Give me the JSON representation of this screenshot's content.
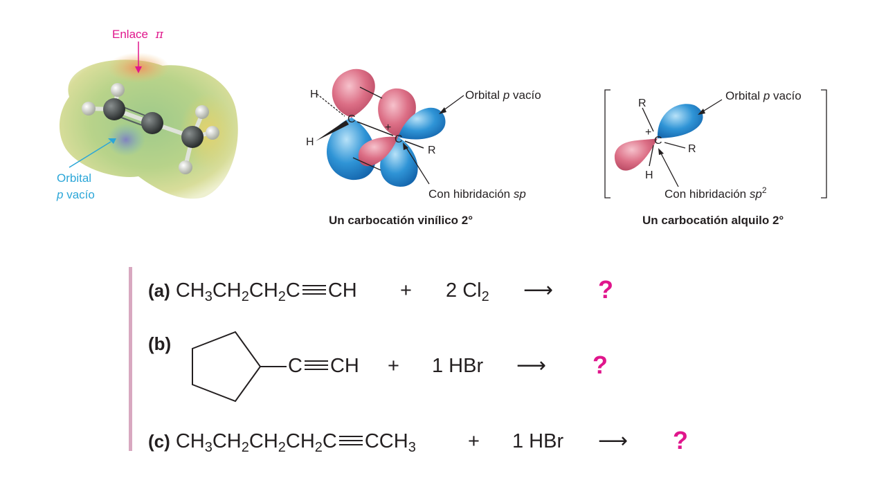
{
  "figure1": {
    "pi_label": "Enlace",
    "pi_symbol": "π",
    "orbital_label_line1": "Orbital",
    "orbital_label_p": "p",
    "orbital_label_vacio": "vacío"
  },
  "figure2": {
    "atoms": {
      "h": "H",
      "c": "C",
      "r": "R",
      "plus": "+"
    },
    "orbital_label": "Orbital",
    "orbital_p": "p",
    "orbital_vacio": "vacío",
    "hybrid_label": "Con hibridación",
    "hybrid_sp": "sp",
    "caption": "Un carbocatión vinílico 2°"
  },
  "figure3": {
    "atoms": {
      "h": "H",
      "c": "C",
      "r": "R",
      "plus": "+"
    },
    "orbital_label": "Orbital",
    "orbital_p": "p",
    "orbital_vacio": "vacío",
    "hybrid_label": "Con hibridación",
    "hybrid_sp": "sp",
    "hybrid_sup": "2",
    "caption": "Un carbocatión alquilo 2°"
  },
  "reactions": [
    {
      "tag": "(a)",
      "reagent_coef": "2",
      "reagent": "Cl",
      "reagent_sub": "2",
      "plus": "+",
      "arrow": "⟶",
      "product": "?"
    },
    {
      "tag": "(b)",
      "substituent_c": "C",
      "substituent_ch": "CH",
      "reagent": "1 HBr",
      "plus": "+",
      "arrow": "⟶",
      "product": "?"
    },
    {
      "tag": "(c)",
      "reagent": "1 HBr",
      "plus": "+",
      "arrow": "⟶",
      "product": "?"
    }
  ],
  "formula_parts": {
    "ch3": "CH",
    "ch2": "CH",
    "c": "C",
    "ch": "CH",
    "cch3": "CCH",
    "sub3": "3",
    "sub2": "2"
  },
  "colors": {
    "magenta": "#e0168c",
    "cyan": "#2ba6d8",
    "red_lobe": "#d45a72",
    "blue_lobe": "#1f7fc8",
    "accent_bar": "#d8a8c0"
  }
}
